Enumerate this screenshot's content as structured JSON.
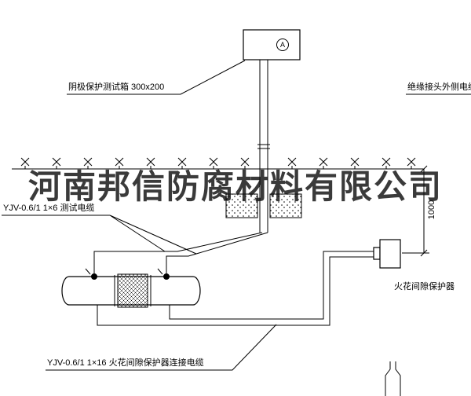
{
  "watermark": {
    "text": "河南邦信防腐材料有限公司"
  },
  "annotations": {
    "test_box_label": "阴极保护测试箱 300x200",
    "right_cable_label": "绝缘接头外侧电缆",
    "test_cable_label": "YJV-0.6/1 1×6  测试电缆",
    "spark_gap_label": "火花间隙保护器",
    "bottom_cable_label": "YJV-0.6/1 1×16  火花间隙保护器连接电缆",
    "dimension_1000": "1000",
    "meter_symbol": "A"
  },
  "colors": {
    "line": "#000000",
    "background": "#ffffff",
    "watermark": "#1a1a1a"
  }
}
